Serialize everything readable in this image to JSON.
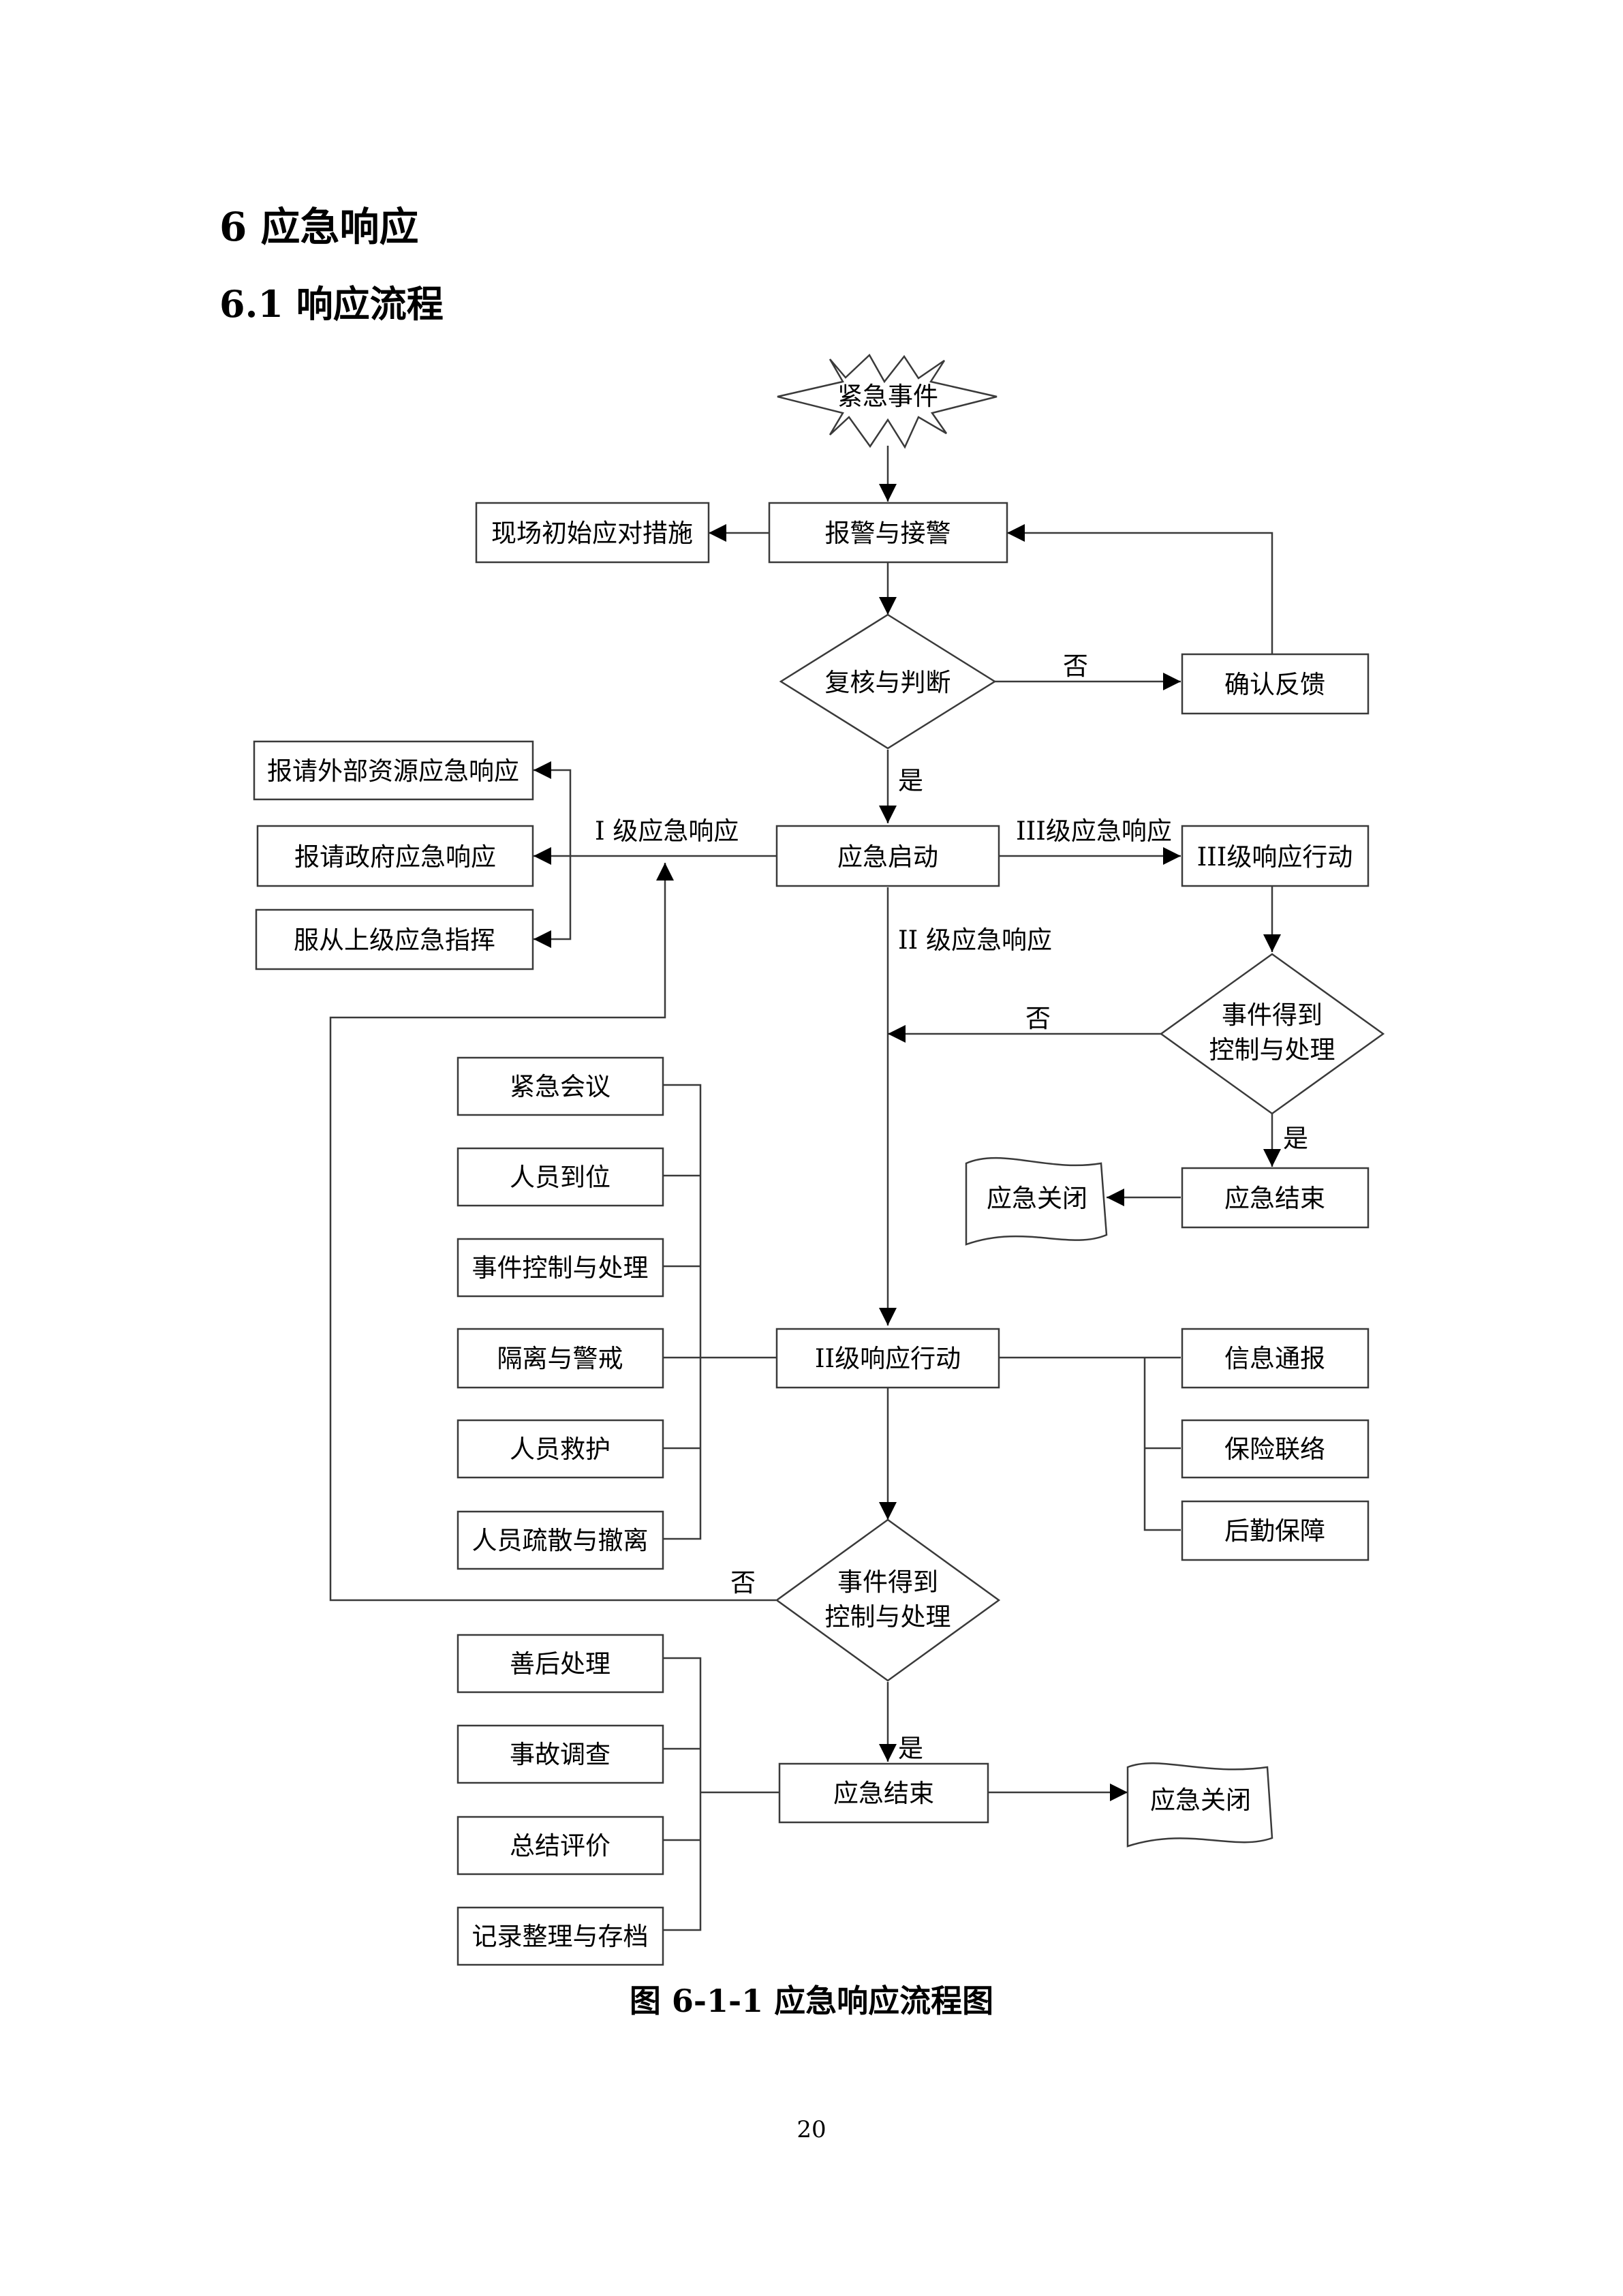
{
  "heading": {
    "section": "6 应急响应",
    "subsection": "6.1 响应流程"
  },
  "nodes": {
    "start": "紧急事件",
    "alarm": "报警与接警",
    "onsite": "现场初始应对措施",
    "review": "复核与判断",
    "confirm": "确认反馈",
    "launch": "应急启动",
    "ext_resource": "报请外部资源应急响应",
    "gov": "报请政府应急响应",
    "superior": "服从上级应急指挥",
    "lvl3_action": "III级响应行动",
    "controlled_1": [
      "事件得到",
      "控制与处理"
    ],
    "end_1": "应急结束",
    "close_1": "应急关闭",
    "left_group": [
      "紧急会议",
      "人员到位",
      "事件控制与处理",
      "隔离与警戒",
      "人员救护",
      "人员疏散与撤离"
    ],
    "lvl2_action": "II级响应行动",
    "right_group": [
      "信息通报",
      "保险联络",
      "后勤保障"
    ],
    "controlled_2": [
      "事件得到",
      "控制与处理"
    ],
    "after_group": [
      "善后处理",
      "事故调查",
      "总结评价",
      "记录整理与存档"
    ],
    "end_2": "应急结束",
    "close_2": "应急关闭"
  },
  "edge_labels": {
    "no_review": "否",
    "yes_review": "是",
    "lvl1": "I 级应急响应",
    "lvl3": "III级应急响应",
    "lvl2": "II 级应急响应",
    "no_ctrl_1": "否",
    "yes_ctrl_1": "是",
    "no_ctrl_2": "否",
    "yes_ctrl_2": "是"
  },
  "caption": "图 6-1-1  应急响应流程图",
  "page_number": "20"
}
